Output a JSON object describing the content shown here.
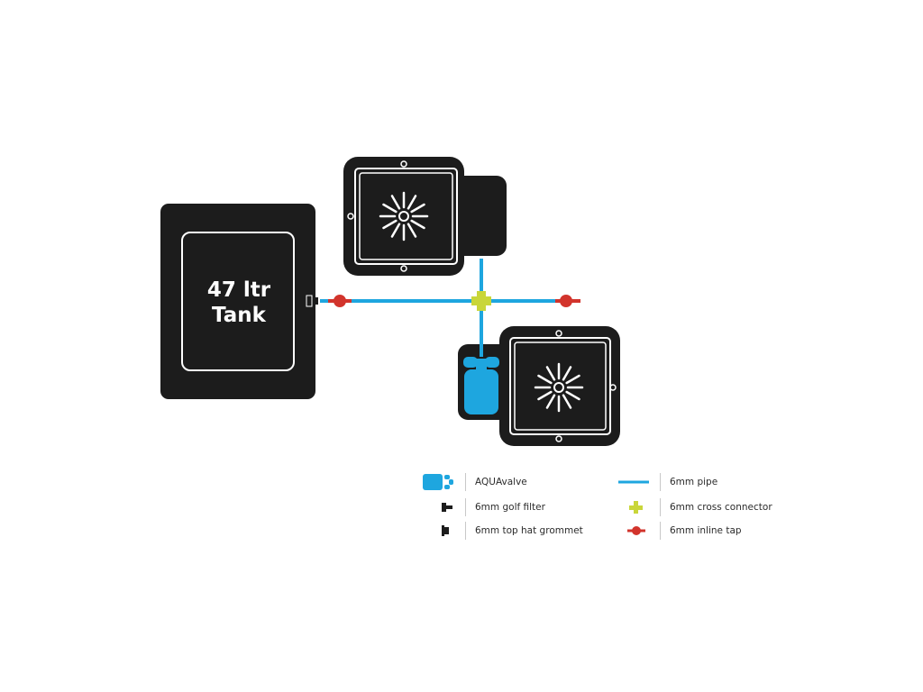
{
  "colors": {
    "equipment": "#1c1c1c",
    "pipe": "#1ea6df",
    "cross_connector": "#c9d63a",
    "inline_tap": "#d2342c",
    "background": "#ffffff"
  },
  "tank": {
    "line1": "47 ltr",
    "line2": "Tank"
  },
  "legend": {
    "left": [
      {
        "icon": "aquavalve-icon",
        "label": "AQUAvalve"
      },
      {
        "icon": "golf-filter-icon",
        "label": "6mm golf filter"
      },
      {
        "icon": "top-hat-grommet-icon",
        "label": "6mm top hat grommet"
      }
    ],
    "right": [
      {
        "icon": "pipe-icon",
        "label": "6mm pipe"
      },
      {
        "icon": "cross-connector-icon",
        "label": "6mm cross connector"
      },
      {
        "icon": "inline-tap-icon",
        "label": "6mm inline tap"
      }
    ]
  }
}
